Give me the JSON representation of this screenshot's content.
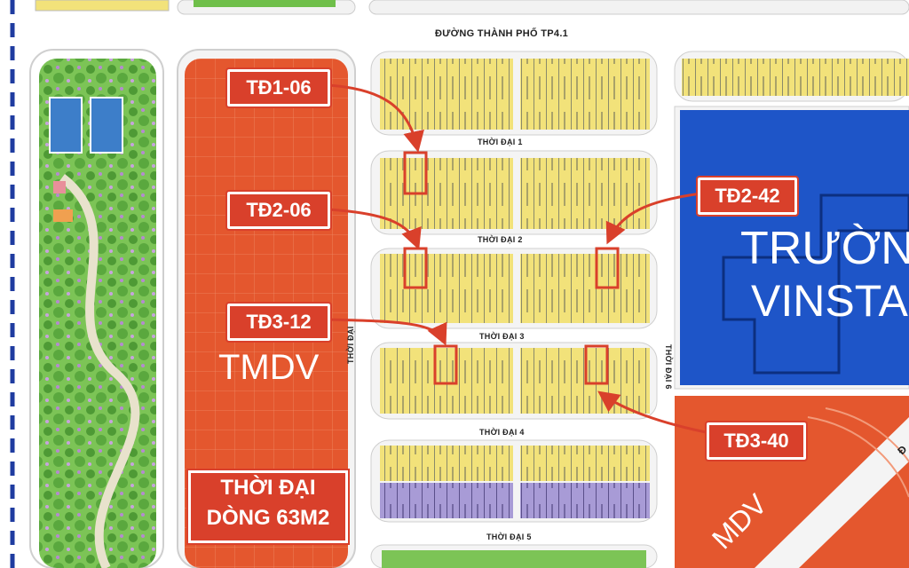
{
  "map": {
    "streets": {
      "top": "ĐƯỜNG THÀNH PHỐ TP4.1",
      "td1": "THỜI ĐẠI 1",
      "td2": "THỜI ĐẠI 2",
      "td3": "THỜI ĐẠI 3",
      "td4": "THỜI ĐẠI 4",
      "td5": "THỜI ĐẠI 5",
      "left_vertical": "THỜI ĐẠI",
      "right_vertical": "THỜI ĐẠI 6",
      "far_right": "Đ"
    },
    "zones": {
      "tmdv_main": "TMDV",
      "tmdv_bottom": "MDV",
      "school": [
        "TRƯỜN",
        "VINSTA"
      ],
      "highlight_lines": [
        "THỜI ĐẠI",
        "DÒNG 63M2"
      ]
    },
    "callouts": [
      {
        "id": "td1-06",
        "label": "TĐ1-06"
      },
      {
        "id": "td2-06",
        "label": "TĐ2-06"
      },
      {
        "id": "td3-12",
        "label": "TĐ3-12"
      },
      {
        "id": "td2-42",
        "label": "TĐ2-42"
      },
      {
        "id": "td3-40",
        "label": "TĐ3-40"
      }
    ],
    "colors": {
      "lot_yellow": "#f2e27a",
      "lot_purple": "#a89bd6",
      "commercial_orange": "#e4572e",
      "school_blue": "#1e55c8",
      "callout_red": "#d9402b",
      "park_green": "#6fbf4a"
    }
  }
}
